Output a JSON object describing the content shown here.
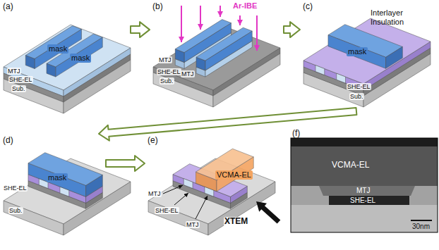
{
  "diagram": {
    "nodes": [
      {
        "text": [
          "(a)"
        ]
      },
      {
        "text": [
          "mask"
        ],
        "in": 0
      },
      {
        "text": [
          "mask"
        ],
        "in": 0
      },
      {
        "text": [
          "(b)"
        ]
      },
      {
        "text": [
          "(c)"
        ]
      },
      {
        "text": [
          "mask"
        ],
        "in": 4
      },
      {
        "text": [
          "(d)"
        ]
      },
      {
        "text": [
          "mask"
        ],
        "in": 6
      },
      {
        "text": [
          "(e)"
        ]
      },
      {
        "text": [
          "VCMA-EL"
        ],
        "in": 8
      },
      {
        "text": [
          "(f)"
        ]
      }
    ],
    "edges": [
      {
        "from": 0,
        "to": 3,
        "arrow": "to"
      },
      {
        "from": 3,
        "to": 4,
        "arrow": "to"
      },
      {
        "from": 4,
        "to": 6,
        "arrow": "to"
      },
      {
        "from": 6,
        "to": 8,
        "arrow": "to"
      }
    ],
    "labels": [
      "MTJ",
      "SHE-EL",
      "Sub.",
      "Ar-IBE",
      "MTJ",
      "MTJ",
      "SHE-EL",
      "Sub.",
      "Interlayer Insulation",
      "SHE-EL",
      "Sub.",
      "SHE-EL",
      "Sub.",
      "MTJ",
      "SHE-EL",
      "MTJ",
      "XTEM",
      "VCMA-EL",
      "MTJ",
      "SHE-EL",
      "30nm"
    ]
  }
}
